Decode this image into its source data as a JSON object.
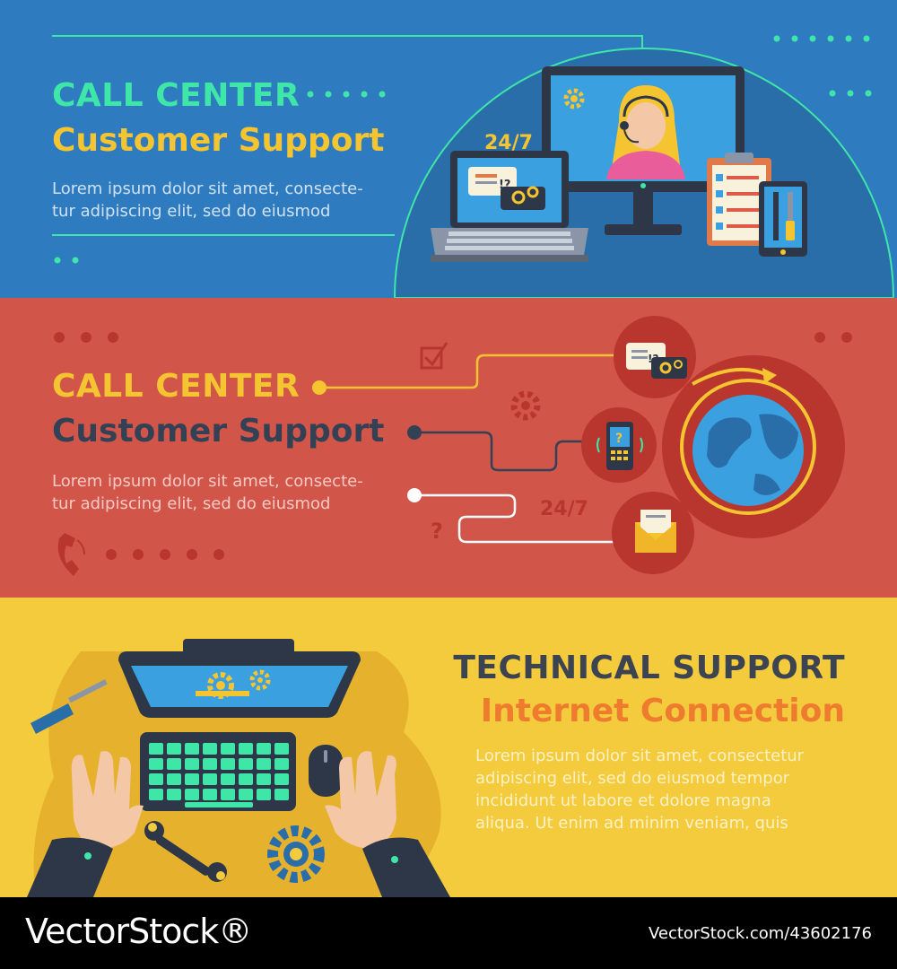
{
  "banner1": {
    "title": "CALL CENTER",
    "subtitle": "Customer Support",
    "body": "Lorem ipsum dolor sit amet, consecte-\ntur adipiscing elit, sed do eiusmod",
    "badge": "24/7",
    "colors": {
      "bg": "#2f7bbf",
      "title": "#3ee6a8",
      "subtitle": "#f5c531",
      "body": "#cfe2f3"
    }
  },
  "banner2": {
    "title": "CALL CENTER",
    "subtitle": "Customer Support",
    "body": "Lorem ipsum dolor sit amet, consecte-\ntur adipiscing elit, sed do eiusmod",
    "badge": "24/7",
    "question": "?",
    "colors": {
      "bg": "#d2554a",
      "title": "#f5c531",
      "subtitle": "#334155",
      "body": "#f7c9c2"
    }
  },
  "banner3": {
    "title": "TECHNICAL SUPPORT",
    "subtitle": "Internet Connection",
    "body": "Lorem ipsum dolor sit amet, consectetur\nadipiscing elit, sed do eiusmod tempor\nincididunt ut labore et dolore magna\naliqua. Ut enim ad minim veniam, quis",
    "colors": {
      "bg": "#f3cb3c",
      "title": "#3d4451",
      "subtitle": "#ee7b2e",
      "body": "#fdf1c5"
    }
  },
  "watermark": {
    "brand": "VectorStock®",
    "url": "VectorStock.com/43602176"
  },
  "icons": [
    "gear-icon",
    "chat-bubble-icon",
    "headset-icon",
    "clipboard-icon",
    "tools-icon",
    "checkbox-icon",
    "phone-icon",
    "globe-icon",
    "envelope-icon",
    "smartphone-icon",
    "wrench-icon",
    "screwdriver-icon",
    "mouse-icon",
    "keyboard-icon"
  ]
}
